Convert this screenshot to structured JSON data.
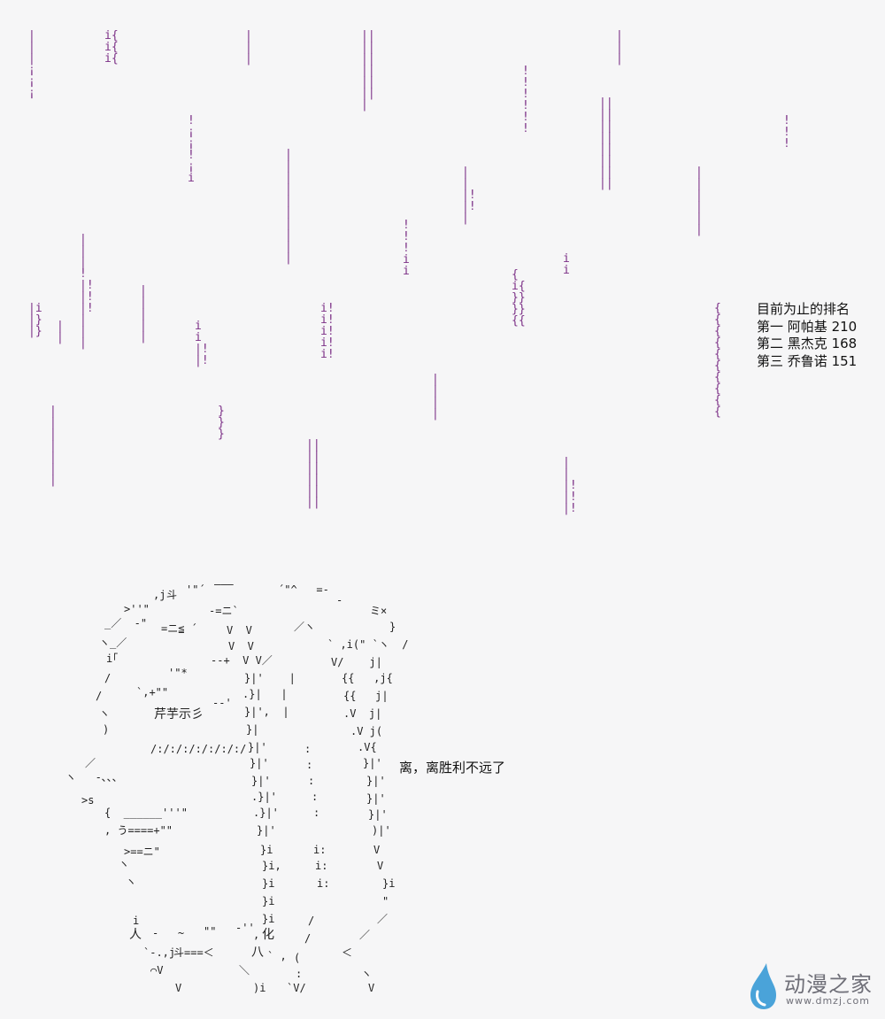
{
  "ranking": {
    "title": "目前为止的排名",
    "entries": [
      {
        "rank": "第一",
        "name": "阿帕基",
        "score": "210"
      },
      {
        "rank": "第二",
        "name": "黑杰克",
        "score": "168"
      },
      {
        "rank": "第三",
        "name": "乔鲁诺",
        "score": "151"
      }
    ]
  },
  "dialog": "离，离胜利不远了",
  "art_text": {
    "chest_label": "芹芋示彡",
    "slashes": "/:/:/:/:/:/:/:/",
    "mark_top": "斗",
    "mark_bottom": "斗",
    "kanji_bottom": "化",
    "kanji_bottom2": "八",
    "kanji_person": "人"
  },
  "watermark": {
    "brand": "动漫之家",
    "url": "www.dmzj.com"
  },
  "colors": {
    "rain": "#7b2f86",
    "background": "#f6f6f7",
    "logo_drop": "#4aa3d9"
  }
}
